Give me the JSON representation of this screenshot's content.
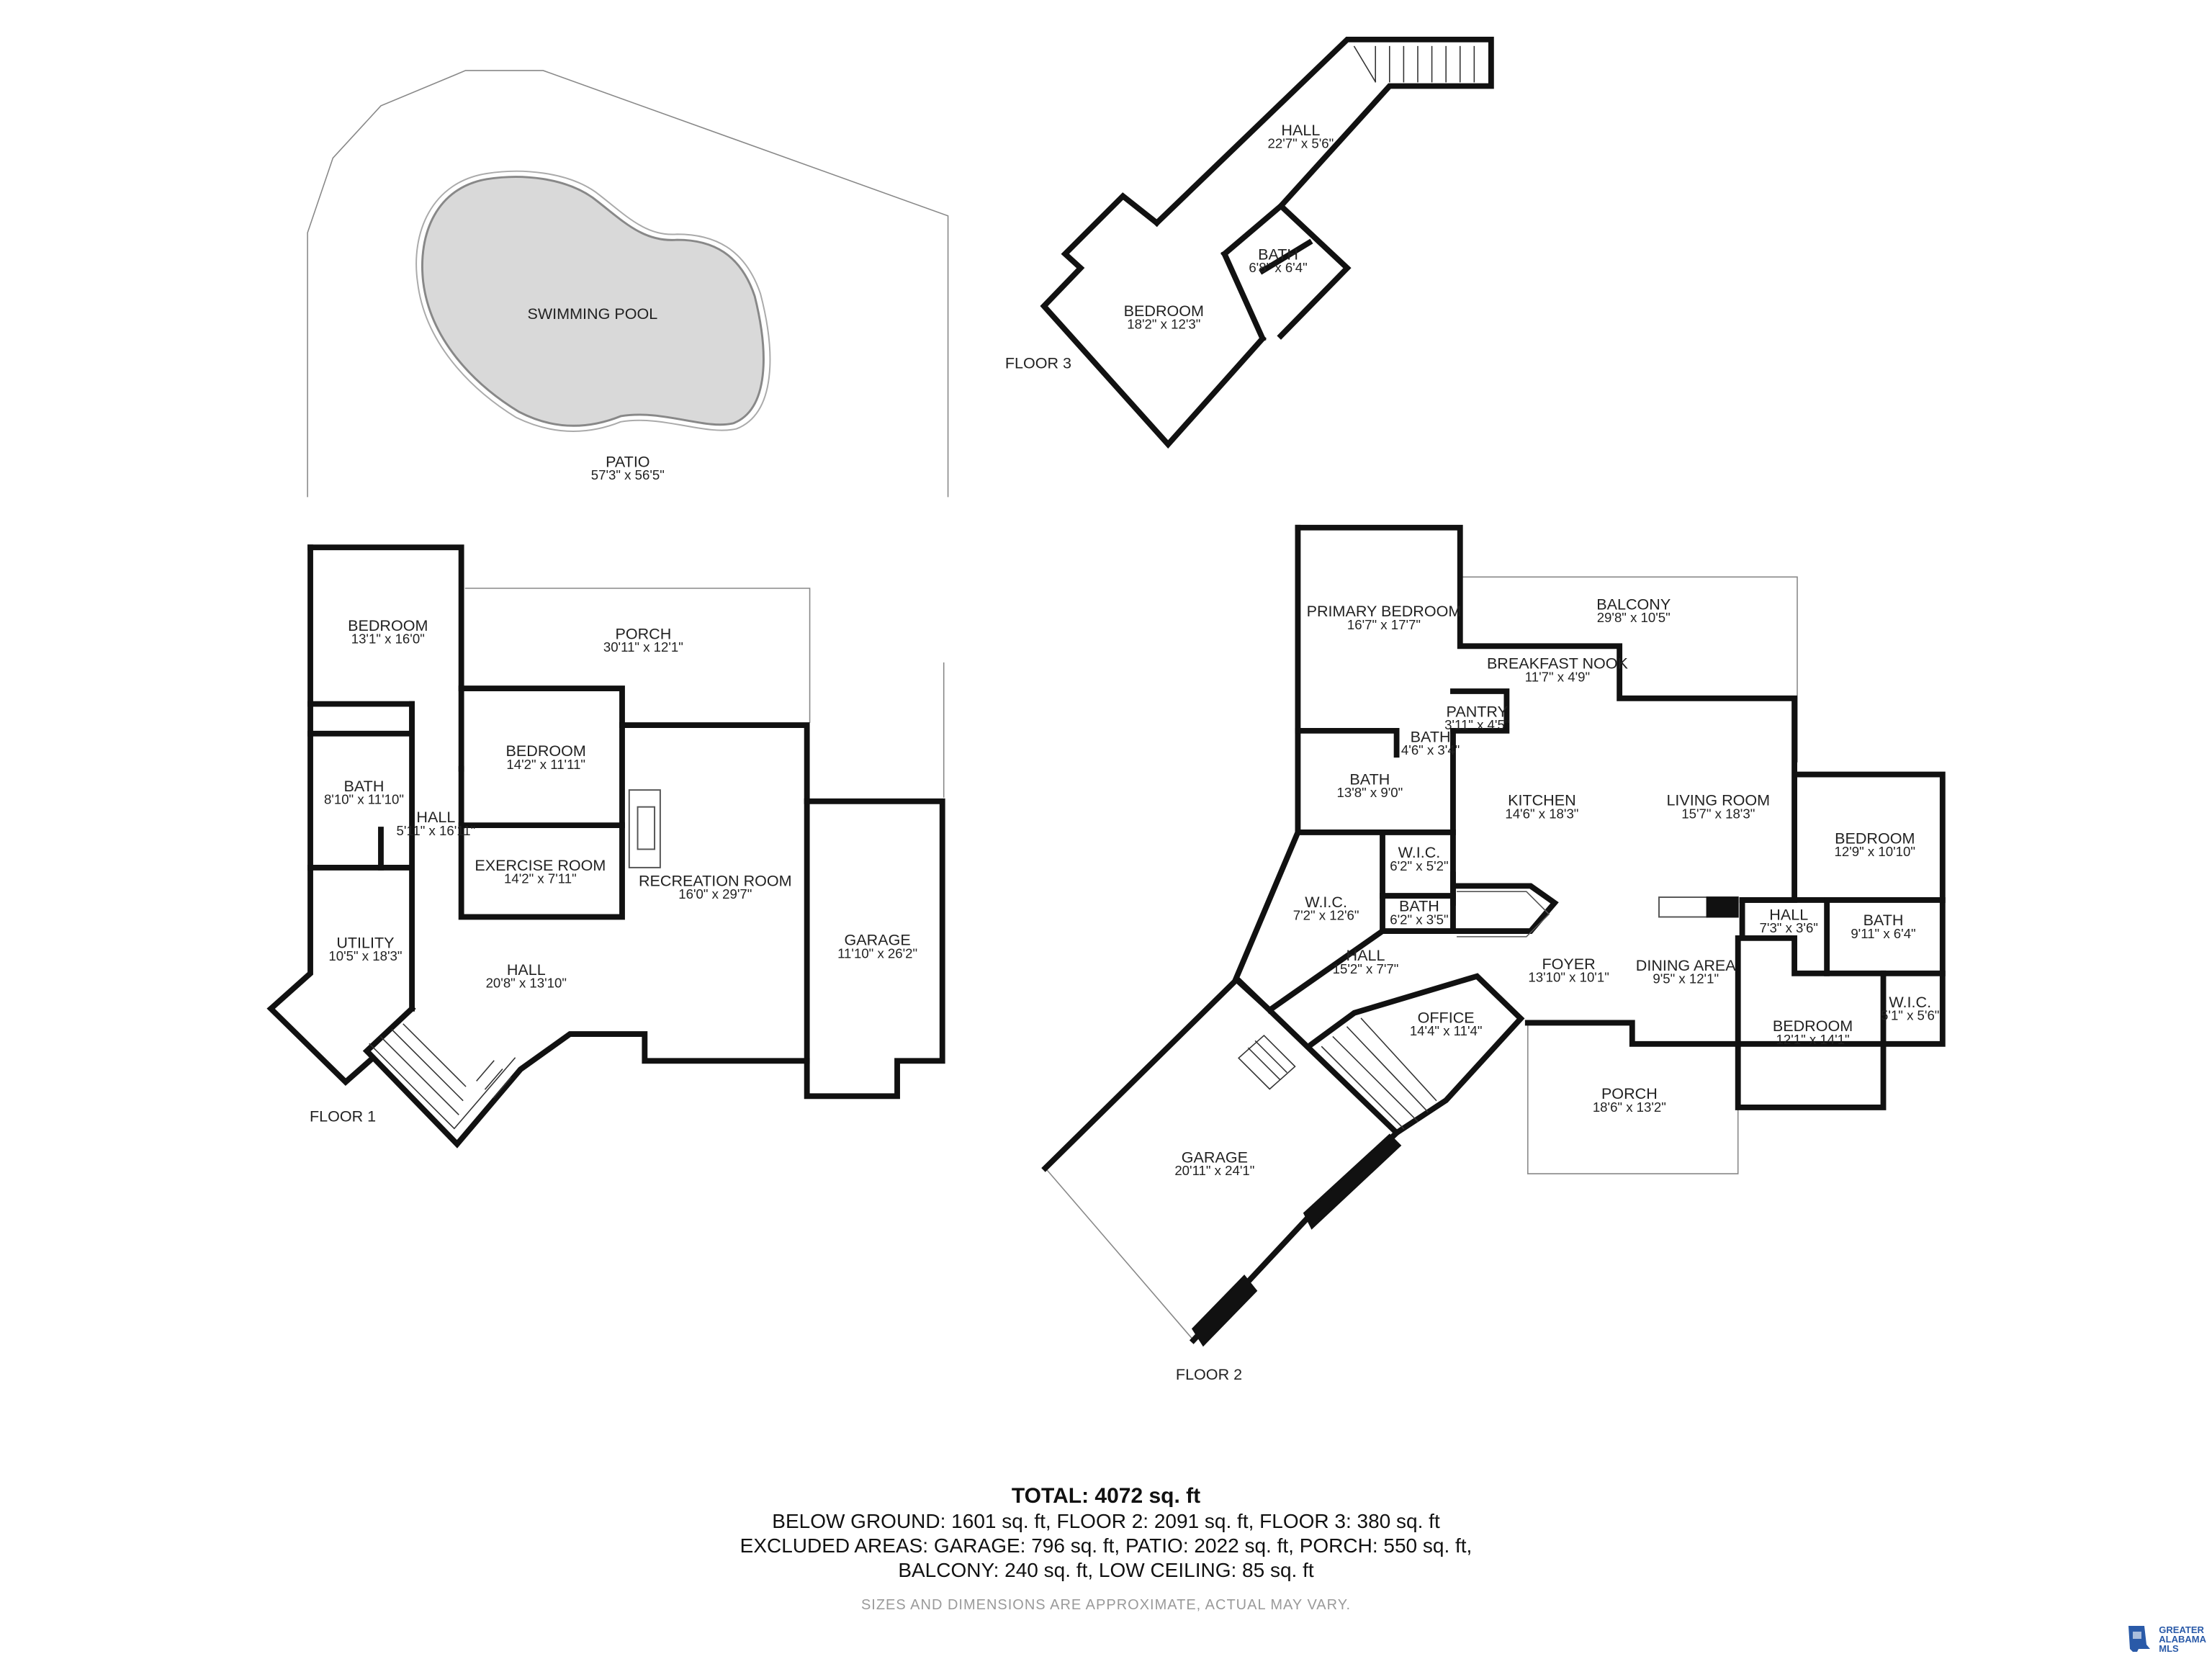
{
  "floors": [
    {
      "id": "floor1",
      "label": "FLOOR 1",
      "rooms": [
        {
          "name": "SWIMMING POOL",
          "dims": ""
        },
        {
          "name": "PATIO",
          "dims": "57'3\" x 56'5\""
        },
        {
          "name": "BEDROOM",
          "dims": "13'1\" x 16'0\""
        },
        {
          "name": "PORCH",
          "dims": "30'11\" x 12'1\""
        },
        {
          "name": "BEDROOM",
          "dims": "14'2\" x 11'11\""
        },
        {
          "name": "BATH",
          "dims": "8'10\" x 11'10\""
        },
        {
          "name": "HALL",
          "dims": "5'11\" x 16'11\""
        },
        {
          "name": "EXERCISE ROOM",
          "dims": "14'2\" x 7'11\""
        },
        {
          "name": "RECREATION ROOM",
          "dims": "16'0\" x 29'7\""
        },
        {
          "name": "GARAGE",
          "dims": "11'10\" x 26'2\""
        },
        {
          "name": "UTILITY",
          "dims": "10'5\" x 18'3\""
        },
        {
          "name": "HALL",
          "dims": "20'8\" x 13'10\""
        }
      ]
    },
    {
      "id": "floor3",
      "label": "FLOOR 3",
      "rooms": [
        {
          "name": "HALL",
          "dims": "22'7\" x 5'6\""
        },
        {
          "name": "BATH",
          "dims": "6'8\" x 6'4\""
        },
        {
          "name": "BEDROOM",
          "dims": "18'2\" x 12'3\""
        }
      ]
    },
    {
      "id": "floor2",
      "label": "FLOOR 2",
      "rooms": [
        {
          "name": "PRIMARY BEDROOM",
          "dims": "16'7\" x 17'7\""
        },
        {
          "name": "BALCONY",
          "dims": "29'8\" x 10'5\""
        },
        {
          "name": "BREAKFAST NOOK",
          "dims": "11'7\" x 4'9\""
        },
        {
          "name": "PANTRY",
          "dims": "3'11\" x 4'5\""
        },
        {
          "name": "BATH",
          "dims": "4'6\" x 3'4\""
        },
        {
          "name": "BATH",
          "dims": "13'8\" x 9'0\""
        },
        {
          "name": "KITCHEN",
          "dims": "14'6\" x 18'3\""
        },
        {
          "name": "LIVING ROOM",
          "dims": "15'7\" x 18'3\""
        },
        {
          "name": "BEDROOM",
          "dims": "12'9\" x 10'10\""
        },
        {
          "name": "W.I.C.",
          "dims": "6'2\" x 5'2\""
        },
        {
          "name": "W.I.C.",
          "dims": "7'2\" x 12'6\""
        },
        {
          "name": "BATH",
          "dims": "6'2\" x 3'5\""
        },
        {
          "name": "HALL",
          "dims": "7'3\" x 3'6\""
        },
        {
          "name": "BATH",
          "dims": "9'11\" x 6'4\""
        },
        {
          "name": "HALL",
          "dims": "15'2\" x 7'7\""
        },
        {
          "name": "FOYER",
          "dims": "13'10\" x 10'1\""
        },
        {
          "name": "DINING AREA",
          "dims": "9'5\" x 12'1\""
        },
        {
          "name": "W.I.C.",
          "dims": "5'1\" x 5'6\""
        },
        {
          "name": "OFFICE",
          "dims": "14'4\" x 11'4\""
        },
        {
          "name": "BEDROOM",
          "dims": "12'1\" x 14'1\""
        },
        {
          "name": "PORCH",
          "dims": "18'6\" x 13'2\""
        },
        {
          "name": "GARAGE",
          "dims": "20'11\" x 24'1\""
        }
      ]
    }
  ],
  "summary": {
    "total": "TOTAL: 4072 sq. ft",
    "line1": "BELOW GROUND: 1601 sq. ft, FLOOR 2: 2091 sq. ft, FLOOR 3: 380 sq. ft",
    "line2": "EXCLUDED AREAS: GARAGE: 796 sq. ft, PATIO: 2022 sq. ft, PORCH: 550 sq. ft,",
    "line3": "BALCONY: 240 sq. ft, LOW CEILING: 85 sq. ft",
    "disclaimer": "SIZES AND DIMENSIONS ARE APPROXIMATE, ACTUAL MAY VARY."
  },
  "badge": {
    "line1": "GREATER",
    "line2": "ALABAMA",
    "line3": "MLS"
  },
  "colors": {
    "wall": "#111111",
    "pool": "#d9d9d9",
    "outline": "#888888"
  }
}
